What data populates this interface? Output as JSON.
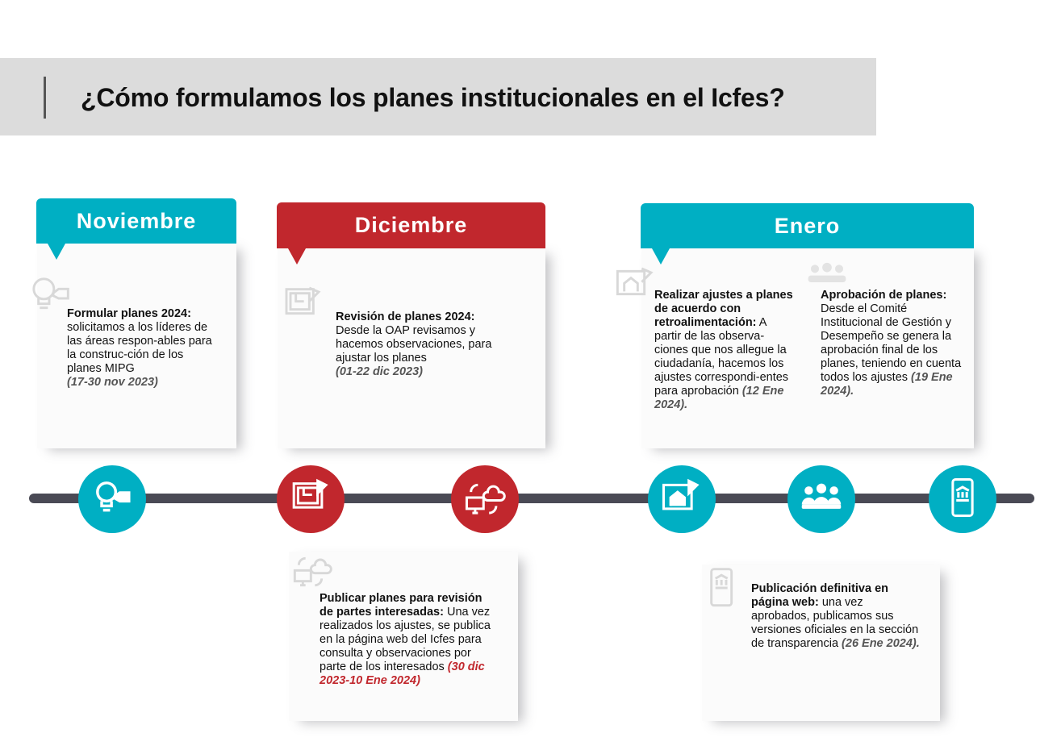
{
  "title": "¿Cómo formulamos los planes institucionales en el Icfes?",
  "months": {
    "noviembre": "Noviembre",
    "diciembre": "Diciembre",
    "enero": "Enero"
  },
  "colors": {
    "teal": "#00afc3",
    "red": "#c1272d",
    "timeline": "#4a4a55",
    "banner": "#dcdcdc"
  },
  "steps": [
    {
      "icon": "lightbulb-tag-icon",
      "bold": "Formular planes 2024:",
      "text": "solicitamos a los líderes de las áreas respon-ables para la construc-ción de los planes MIPG",
      "date": "(17-30 nov 2023)"
    },
    {
      "icon": "blueprint-icon",
      "bold": "Revisión de planes 2024:",
      "text": "Desde la OAP revisamos y hacemos observaciones, para ajustar los planes",
      "date": "(01-22 dic 2023)"
    },
    {
      "icon": "cloud-sync-computer-icon",
      "bold": "Publicar planes para revisión de partes interesadas:",
      "text": "Una vez realizados los ajustes, se publica en la página web del Icfes para consulta y observaciones por parte de los interesados",
      "date": "(30 dic 2023-10 Ene 2024)"
    },
    {
      "icon": "house-plan-icon",
      "bold": "Realizar ajustes a planes de acuerdo con retroalimentación:",
      "text": "A partir de las observa-ciones que nos allegue la ciudadanía, hacemos los ajustes correspondi-entes para aprobación",
      "date": "(12 Ene 2024)."
    },
    {
      "icon": "group-meeting-icon",
      "bold": "Aprobación de planes:",
      "text": "Desde el Comité Institucional de Gestión y Desempeño se genera la aprobación final de los planes, teniendo en cuenta todos los ajustes",
      "date": "(19 Ene 2024)."
    },
    {
      "icon": "mobile-institution-icon",
      "bold": "Publicación definitiva en página web:",
      "text": "una vez aprobados, publicamos sus versiones oficiales en la sección de transparencia",
      "date": "(26 Ene 2024)."
    }
  ]
}
